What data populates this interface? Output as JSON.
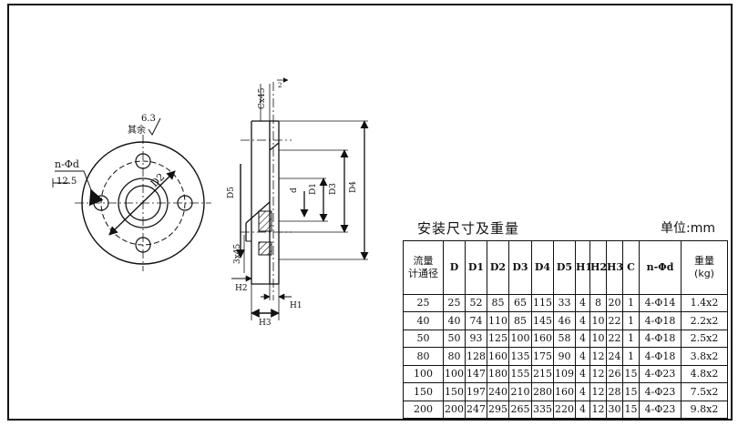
{
  "drawing": {
    "roughness_label": "6.3",
    "remaining_label": "其余",
    "hole_spec": "n-Φd",
    "hole_dim": "12.5",
    "front_dim": "D2",
    "chamfer_top": "Cx45",
    "gap_dim": "2",
    "d_label": "d",
    "d1_label": "D1",
    "d3_label": "D3",
    "d4_label": "D4",
    "d5_label": "D5",
    "chamfer_side": "3x45",
    "h1_label": "H1",
    "h2_label": "H2",
    "h3_label": "H3"
  },
  "table": {
    "title": "安装尺寸及重量",
    "unit": "单位:mm",
    "headers": [
      [
        "流量",
        "计通径"
      ],
      [
        "D"
      ],
      [
        "D1"
      ],
      [
        "D2"
      ],
      [
        "D3"
      ],
      [
        "D4"
      ],
      [
        "D5"
      ],
      [
        "H1"
      ],
      [
        "H2"
      ],
      [
        "H3"
      ],
      [
        "C"
      ],
      [
        "n-Φd"
      ],
      [
        "重量",
        "(kg)"
      ]
    ],
    "rows": [
      [
        "25",
        "25",
        "52",
        "85",
        "65",
        "115",
        "33",
        "4",
        "8",
        "20",
        "1",
        "4-Φ14",
        "1.4x2"
      ],
      [
        "40",
        "40",
        "74",
        "110",
        "85",
        "145",
        "46",
        "4",
        "10",
        "22",
        "1",
        "4-Φ18",
        "2.2x2"
      ],
      [
        "50",
        "50",
        "93",
        "125",
        "100",
        "160",
        "58",
        "4",
        "10",
        "22",
        "1",
        "4-Φ18",
        "2.5x2"
      ],
      [
        "80",
        "80",
        "128",
        "160",
        "135",
        "175",
        "90",
        "4",
        "12",
        "24",
        "1",
        "4-Φ18",
        "3.8x2"
      ],
      [
        "100",
        "100",
        "147",
        "180",
        "155",
        "215",
        "109",
        "4",
        "12",
        "26",
        "15",
        "4-Φ23",
        "4.8x2"
      ],
      [
        "150",
        "150",
        "197",
        "240",
        "210",
        "280",
        "160",
        "4",
        "12",
        "28",
        "15",
        "4-Φ23",
        "7.5x2"
      ],
      [
        "200",
        "200",
        "247",
        "295",
        "265",
        "335",
        "220",
        "4",
        "12",
        "30",
        "15",
        "4-Φ23",
        "9.8x2"
      ]
    ]
  }
}
